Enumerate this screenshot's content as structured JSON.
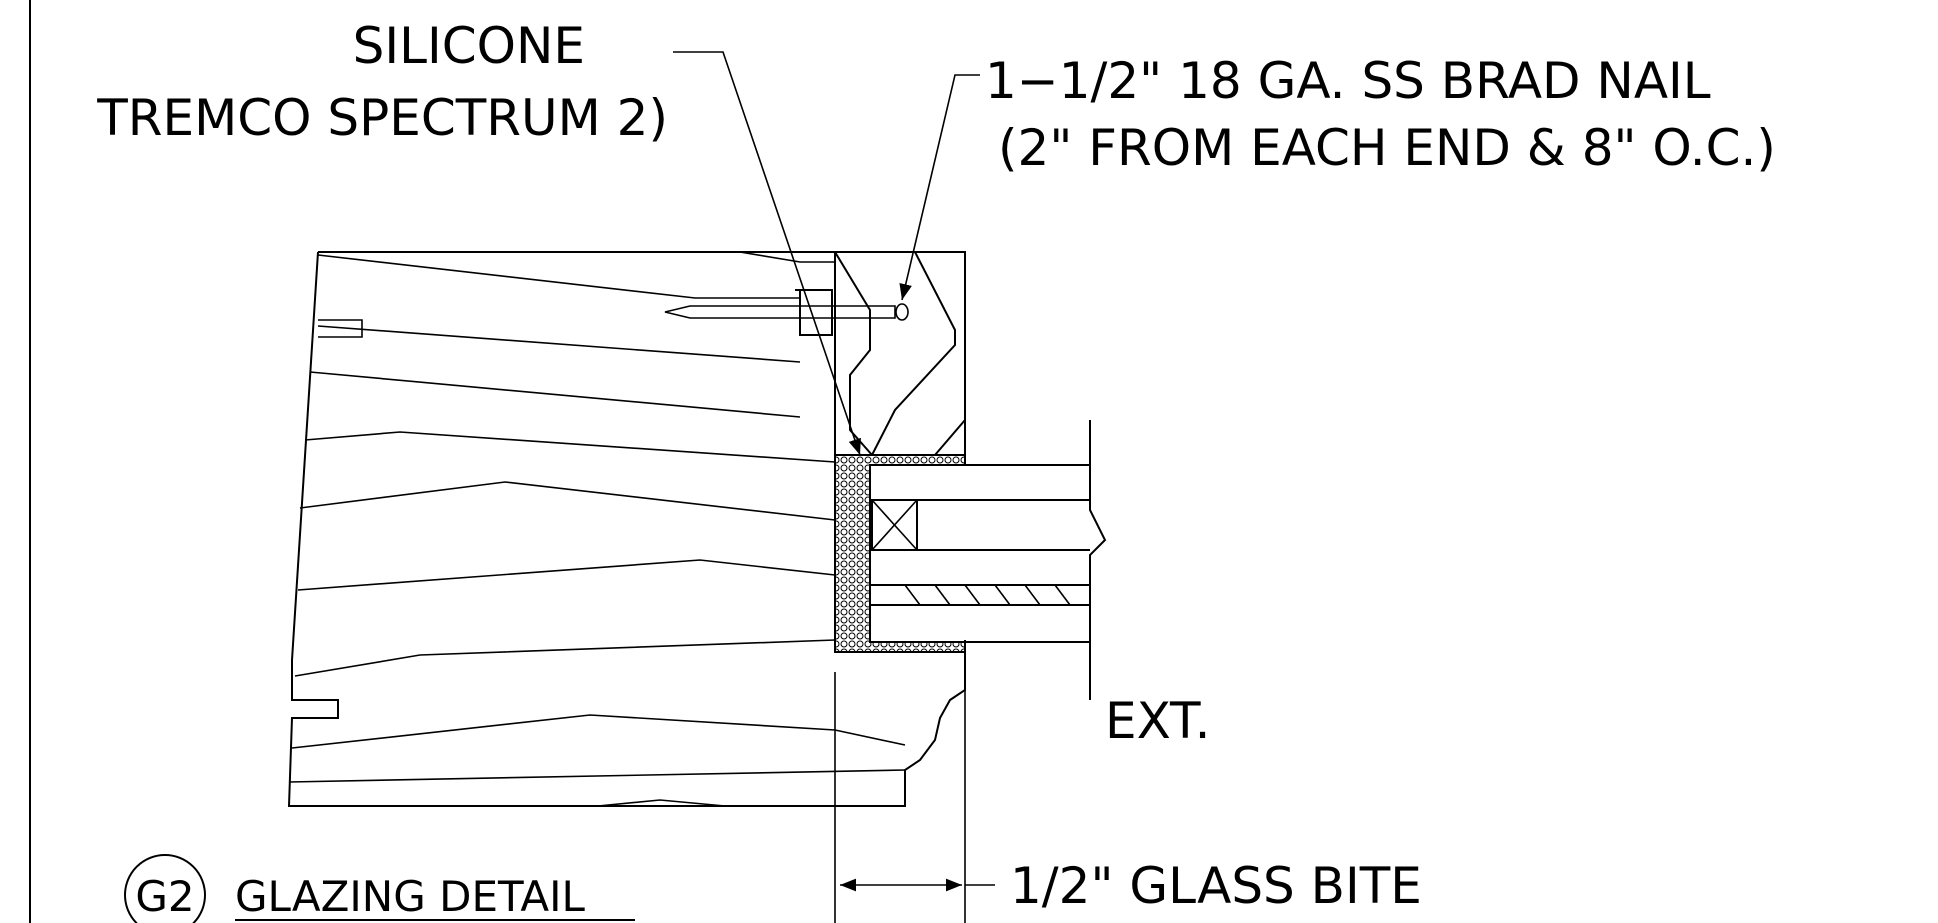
{
  "annotations": {
    "silicone_line1": "SILICONE",
    "silicone_line2": "TREMCO SPECTRUM 2)",
    "nail_line1": "1−1/2\" 18 GA. SS BRAD NAIL",
    "nail_line2": "(2\" FROM EACH END & 8\" O.C.)",
    "exterior": "EXT.",
    "glass_bite": "1/2\" GLASS BITE"
  },
  "title_block": {
    "detail_tag": "G2",
    "title": "GLAZING DETAIL"
  }
}
